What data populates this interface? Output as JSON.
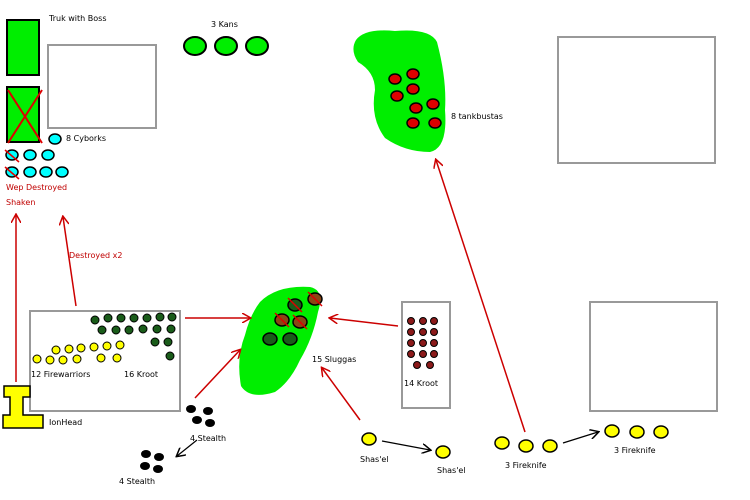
{
  "colors": {
    "terrain": "#00ee00",
    "arrow": "#cc0000",
    "black_arrow": "#000000",
    "tau_yellow": "#ffff00",
    "kroot_green": "#1a5c1a",
    "kroot_red": "#8b1a1a",
    "ork_red": "#dd0000",
    "ork_green": "#00ee00",
    "cyborks": "#00ffff",
    "stealth": "#000000",
    "building_border": "#999999"
  },
  "labels": {
    "truk": "Truk with Boss",
    "kans": "3 Kans",
    "tankbustas": "8 tankbustas",
    "cyborks": "8 Cyborks",
    "wep_destroyed": "Wep Destroyed",
    "shaken": "Shaken",
    "destroyed_x2": "Destroyed x2",
    "firewarriors": "12 Firewarriors",
    "kroot16": "16 Kroot",
    "ionhead": "IonHead",
    "stealth_a": "4 Stealth",
    "stealth_b": "4 Stealth",
    "sluggas": "15 Sluggas",
    "kroot14": "14 Kroot",
    "shasel_a": "Shas'el",
    "shasel_b": "Shas'el",
    "fireknife_a": "3 Fireknife",
    "fireknife_b": "3 Fireknife"
  }
}
